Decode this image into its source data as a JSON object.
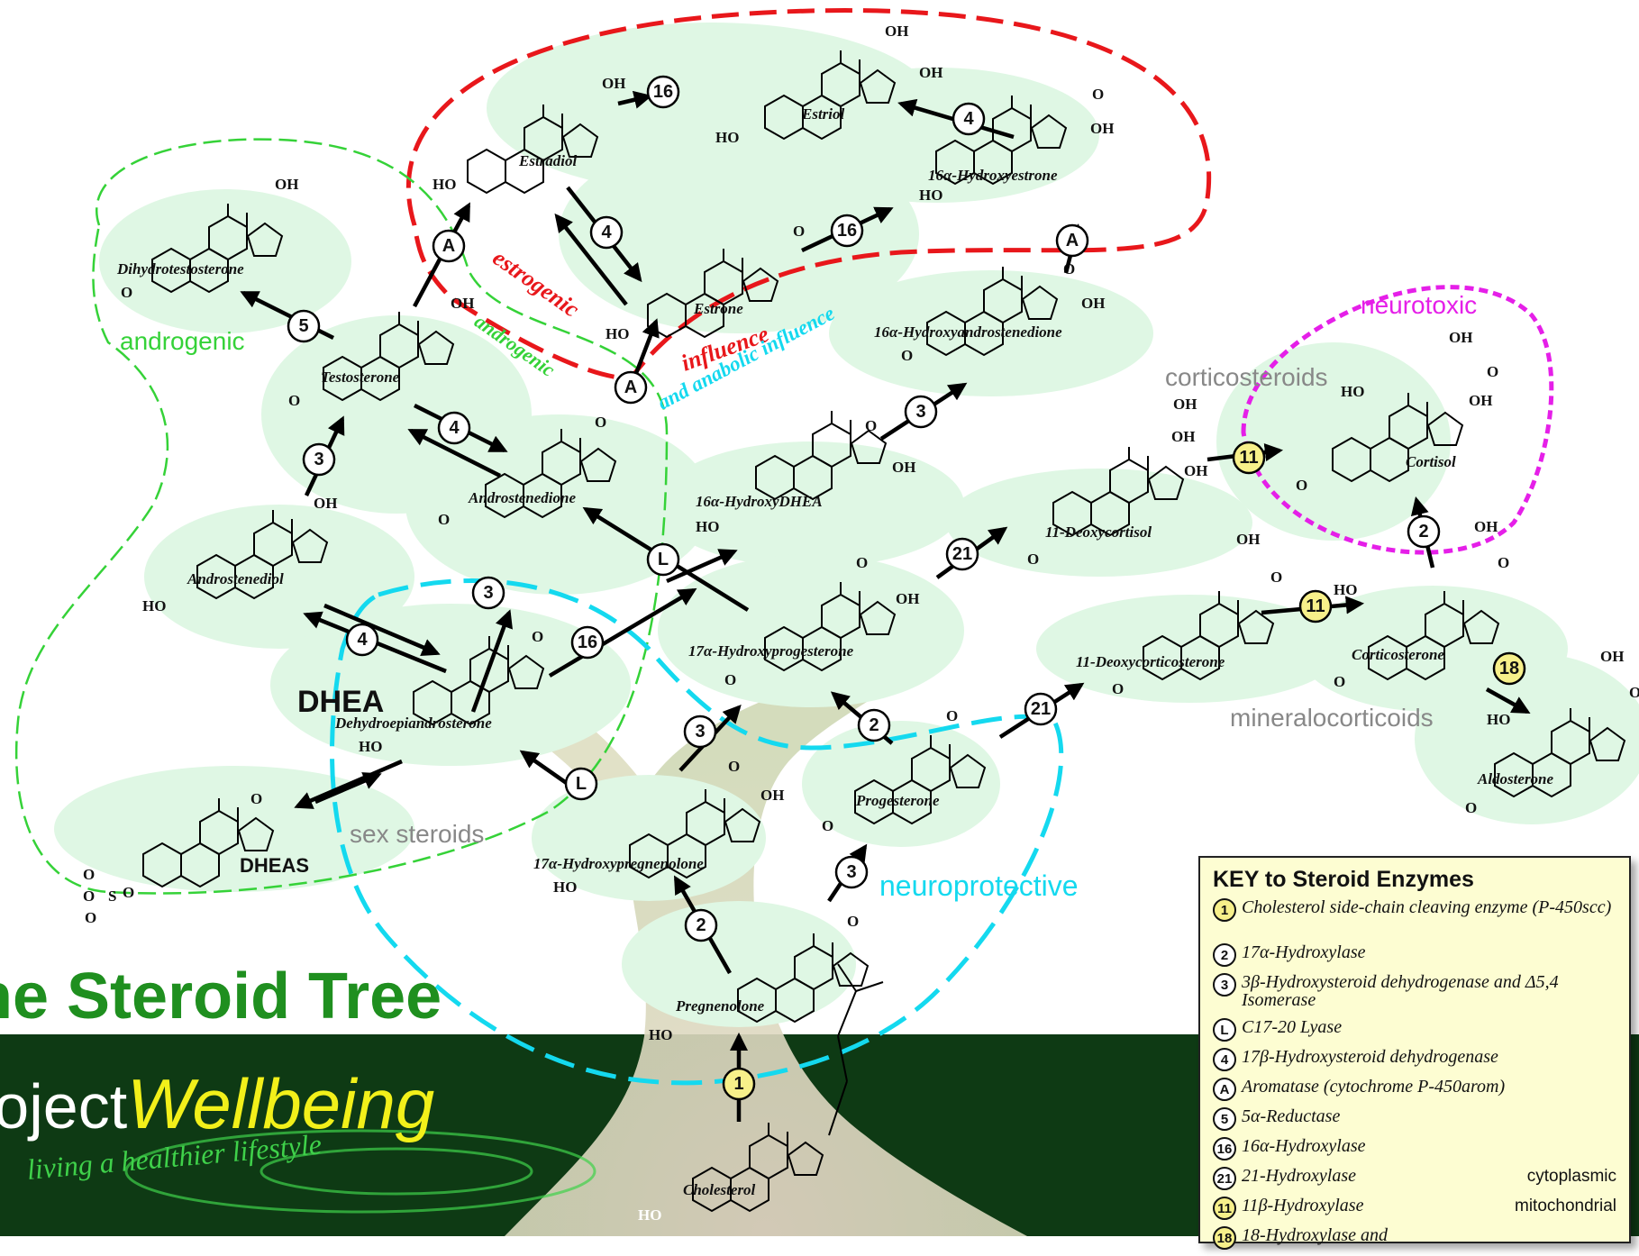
{
  "title": "he Steroid Tree",
  "brand": {
    "part1": "roject",
    "part2": "Wellbeing",
    "tagline": "living a healthier lifestyle"
  },
  "groups": {
    "androgenic": "androgenic",
    "neurotoxic": "neurotoxic",
    "corticosteroids": "corticosteroids",
    "mineralocorticoids": "mineralocorticoids",
    "sex_steroids": "sex steroids",
    "neuroprotective": "neuroprotective",
    "estrogenic_arc": "estrogenic",
    "influence_arc": "influence",
    "androgenic_arc": "androgenic",
    "anabolic_arc": "and anabolic influence"
  },
  "molecules": {
    "estradiol": "Estradiol",
    "estriol": "Estriol",
    "hydroxyestrone": "16α-Hydroxyestrone",
    "dihydrotestosterone": "Dihydrotestosterone",
    "estrone": "Estrone",
    "hydroxyandrostenedione": "16α-Hydroxyandrostenedione",
    "testosterone": "Testosterone",
    "androstenedione": "Androstenedione",
    "hydroxydhea": "16α-HydroxyDHEA",
    "deoxycortisol": "11-Deoxycortisol",
    "cortisol": "Cortisol",
    "androstenediol": "Androstenediol",
    "hydroxyprogesterone": "17α-Hydroxyprogesterone",
    "deoxycorticosterone": "11-Deoxycorticosterone",
    "corticosterone": "Corticosterone",
    "dhea_abbr": "DHEA",
    "dhea": "Dehydroepiandrosterone",
    "aldosterone": "Aldosterone",
    "progesterone": "Progesterone",
    "dheas": "DHEAS",
    "hydroxypregnenolone": "17α-Hydroxypregnenolone",
    "pregnenolone": "Pregnenolone",
    "cholesterol": "Cholesterol"
  },
  "key": {
    "title": "KEY to Steroid Enzymes",
    "rows": [
      {
        "badge": "1",
        "text": "Cholesterol side-chain cleaving enzyme (P-450scc)"
      },
      {
        "badge": "2",
        "text": "17α-Hydroxylase"
      },
      {
        "badge": "3",
        "text": "3β-Hydroxysteroid dehydrogenase and Δ5,4 Isomerase"
      },
      {
        "badge": "L",
        "text": "C17-20 Lyase"
      },
      {
        "badge": "4",
        "text": "17β-Hydroxysteroid dehydrogenase"
      },
      {
        "badge": "A",
        "text": "Aromatase (cytochrome P-450arom)"
      },
      {
        "badge": "5",
        "text": "5α-Reductase"
      },
      {
        "badge": "16",
        "text": "16α-Hydroxylase"
      },
      {
        "badge": "21",
        "text": "21-Hydroxylase",
        "legend": "cytoplasmic"
      },
      {
        "badge": "11",
        "text": "11β-Hydroxylase",
        "legend": "mitochondrial"
      },
      {
        "badge": "18",
        "text": "18-Hydroxylase and"
      }
    ]
  },
  "colors": {
    "leaf_fill": "#dff7e4",
    "trunk": "#d8d4b8",
    "ground": "#0e3a14",
    "estrogenic": "#e8171b",
    "androgenic": "#35d238",
    "neuroprotective": "#14d9ef",
    "neurotoxic": "#e51fe8",
    "mitochondrial": "#f7f08a",
    "label_gray": "#888888"
  }
}
